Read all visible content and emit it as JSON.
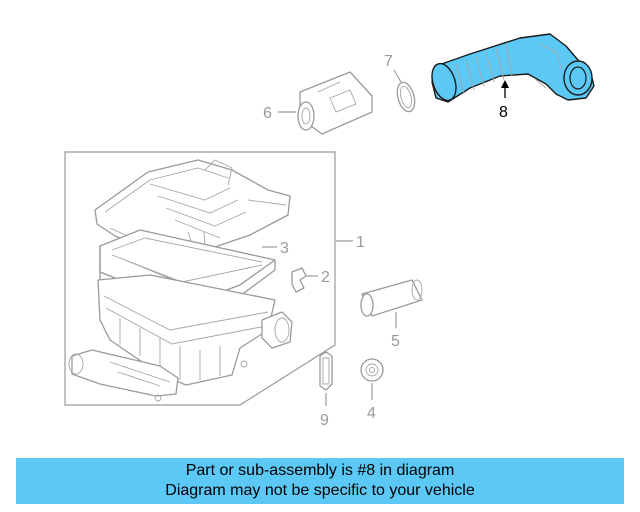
{
  "colors": {
    "highlight": "#5cc8f5",
    "banner": "#5cc8f5",
    "line": "#9a9a9a"
  },
  "callouts": {
    "c1": "1",
    "c2": "2",
    "c3": "3",
    "c4": "4",
    "c5": "5",
    "c6": "6",
    "c7": "7",
    "c8": "8",
    "c9": "9"
  },
  "banner": {
    "line1": "Part or sub-assembly is #8 in diagram",
    "line2": "Diagram may not be specific to your vehicle"
  }
}
